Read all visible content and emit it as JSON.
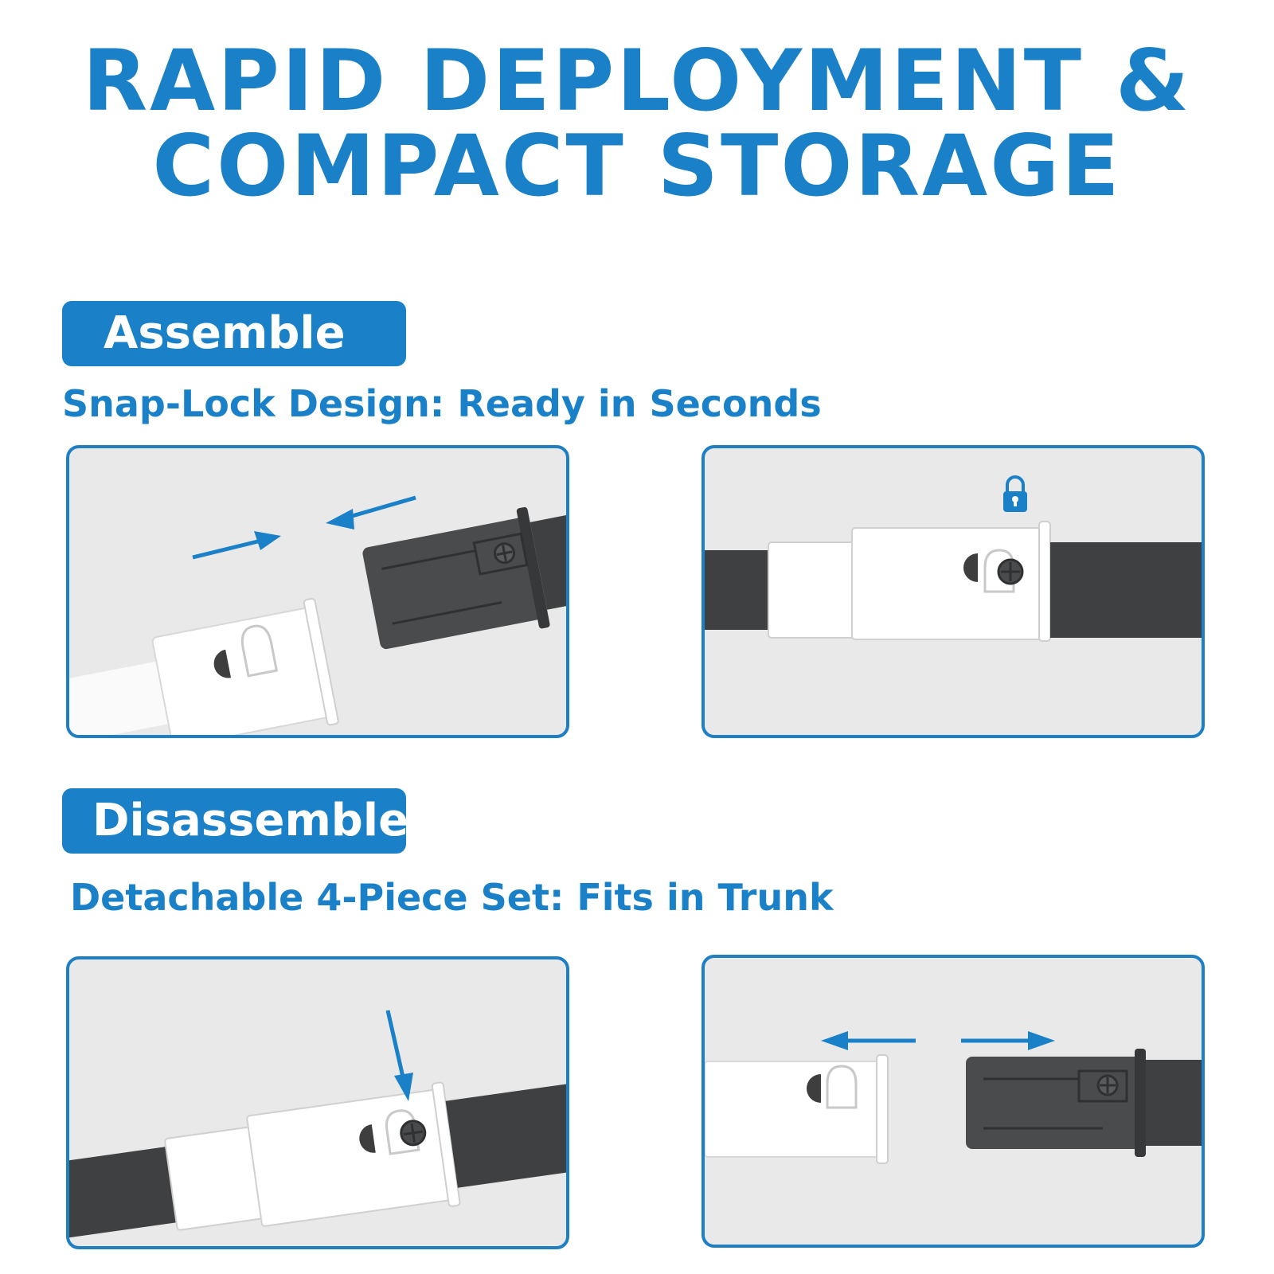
{
  "headline": {
    "line1": "RAPID DEPLOYMENT &",
    "line2": "COMPACT STORAGE"
  },
  "assemble": {
    "label": "Assemble",
    "subtitle": "Snap-Lock Design: Ready in Seconds"
  },
  "disassemble": {
    "label": "Disassemble",
    "subtitle": "Detachable 4-Piece Set: Fits in Trunk"
  },
  "icons": {
    "lock": "lock-icon",
    "arrow": "arrow-icon"
  },
  "colors": {
    "accent": "#1a80c8",
    "panel_border": "#1f7fc4",
    "panel_bg": "#e9e9e9",
    "pole_dark": "#3f4042",
    "pole_light": "#ffffff"
  }
}
